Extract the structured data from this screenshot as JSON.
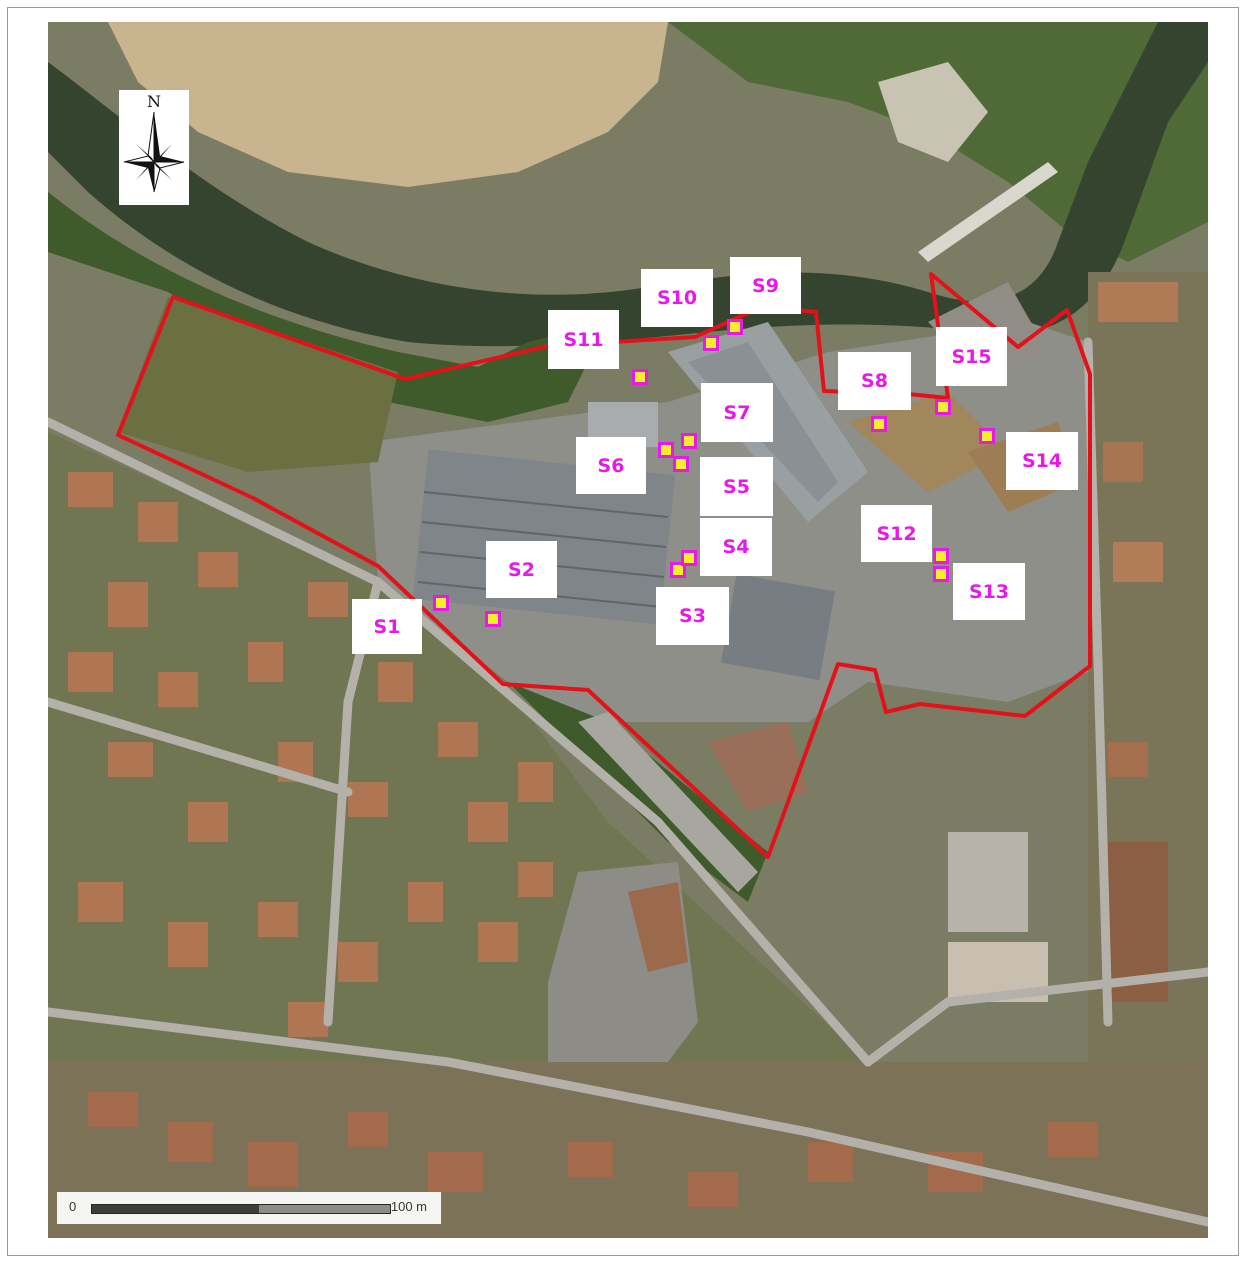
{
  "map": {
    "north_label": "N",
    "scale": {
      "start": "0",
      "end": "100 m"
    },
    "boundary_color": "#e3121a",
    "marker_colors": {
      "fill": "#f5ef2a",
      "border": "#e619e6"
    },
    "label_color": "#e619e6",
    "sites": [
      {
        "id": "S1",
        "label": "S1"
      },
      {
        "id": "S2",
        "label": "S2"
      },
      {
        "id": "S3",
        "label": "S3"
      },
      {
        "id": "S4",
        "label": "S4"
      },
      {
        "id": "S5",
        "label": "S5"
      },
      {
        "id": "S6",
        "label": "S6"
      },
      {
        "id": "S7",
        "label": "S7"
      },
      {
        "id": "S8",
        "label": "S8"
      },
      {
        "id": "S9",
        "label": "S9"
      },
      {
        "id": "S10",
        "label": "S10"
      },
      {
        "id": "S11",
        "label": "S11"
      },
      {
        "id": "S12",
        "label": "S12"
      },
      {
        "id": "S13",
        "label": "S13"
      },
      {
        "id": "S14",
        "label": "S14"
      },
      {
        "id": "S15",
        "label": "S15"
      }
    ]
  }
}
